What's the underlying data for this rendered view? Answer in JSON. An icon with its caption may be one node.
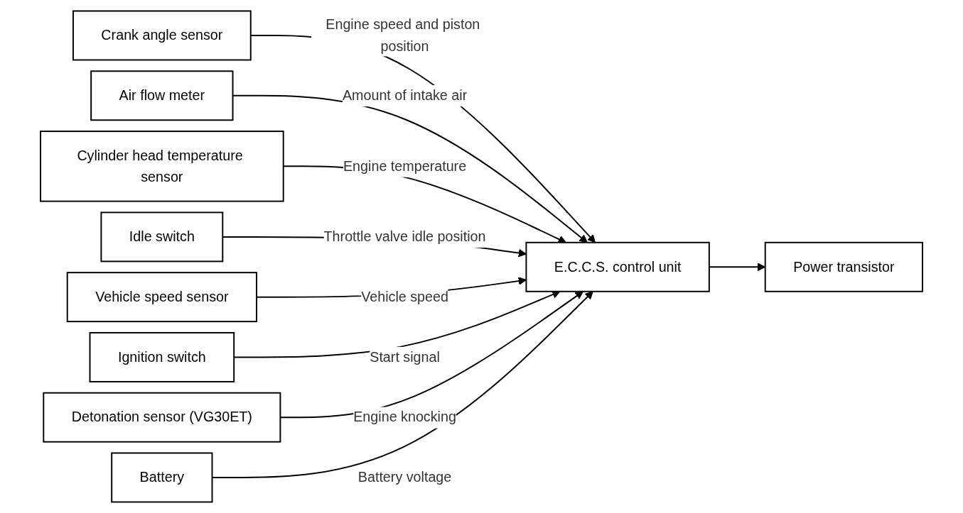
{
  "diagram": {
    "nodes": [
      {
        "text": [
          "Crank angle sensor"
        ]
      },
      {
        "text": [
          "Air flow meter"
        ]
      },
      {
        "text": [
          "Cylinder head temperature sensor"
        ]
      },
      {
        "text": [
          "Idle switch"
        ]
      },
      {
        "text": [
          "Vehicle speed sensor"
        ]
      },
      {
        "text": [
          "Ignition switch"
        ]
      },
      {
        "text": [
          "Detonation sensor (VG30ET)"
        ]
      },
      {
        "text": [
          "Battery"
        ]
      },
      {
        "text": [
          "E.C.C.S. control unit"
        ]
      },
      {
        "text": [
          "Power transistor"
        ]
      }
    ],
    "edges": [
      {
        "from": 0,
        "to": 8,
        "arrow": "to",
        "label": "Engine speed and piston position"
      },
      {
        "from": 1,
        "to": 8,
        "arrow": "to",
        "label": "Amount of intake air"
      },
      {
        "from": 2,
        "to": 8,
        "arrow": "to",
        "label": "Engine temperature"
      },
      {
        "from": 3,
        "to": 8,
        "arrow": "to",
        "label": "Throttle valve idle position"
      },
      {
        "from": 4,
        "to": 8,
        "arrow": "to",
        "label": "Vehicle speed"
      },
      {
        "from": 5,
        "to": 8,
        "arrow": "to",
        "label": "Start signal"
      },
      {
        "from": 6,
        "to": 8,
        "arrow": "to",
        "label": "Engine knocking"
      },
      {
        "from": 7,
        "to": 8,
        "arrow": "to",
        "label": "Battery voltage"
      },
      {
        "from": 8,
        "to": 9,
        "arrow": "to"
      }
    ]
  }
}
